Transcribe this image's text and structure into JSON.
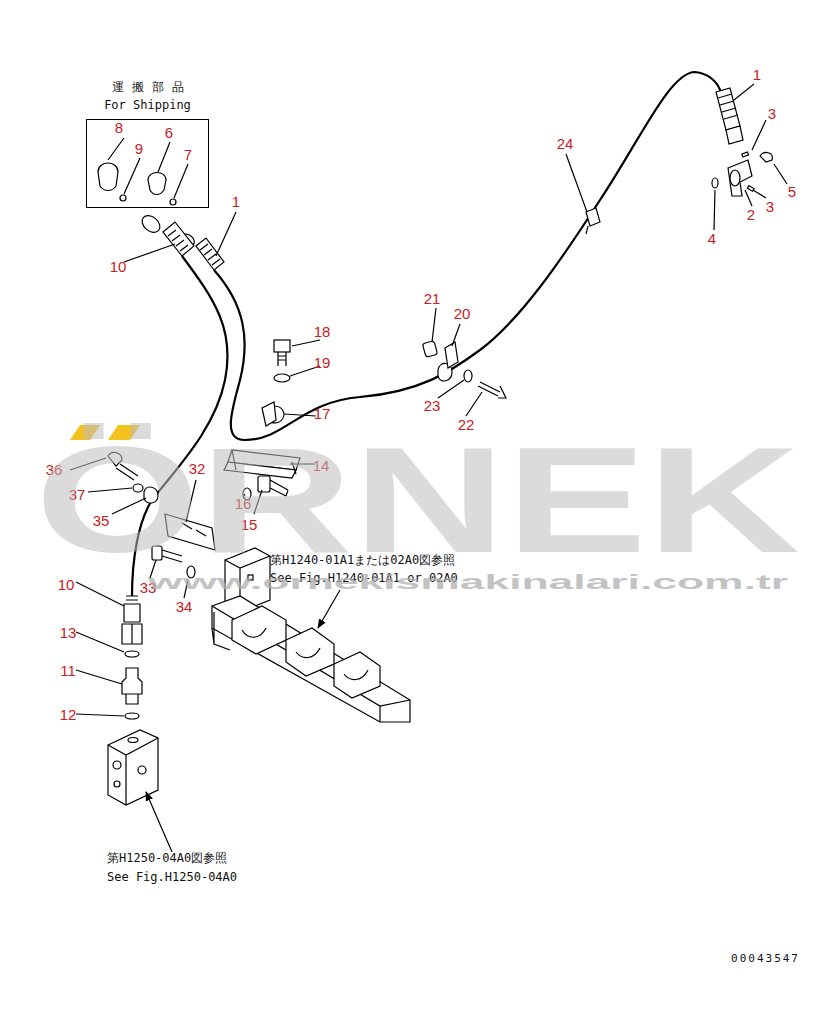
{
  "diagram": {
    "nodes": [
      {
        "text": [
          "運搬部品",
          "For Shipping"
        ]
      }
    ],
    "labels": [
      "1",
      "3",
      "5",
      "2",
      "3",
      "4",
      "24",
      "8",
      "9",
      "6",
      "7",
      "1",
      "10",
      "21",
      "20",
      "23",
      "22",
      "18",
      "19",
      "17",
      "14",
      "16",
      "15",
      "36",
      "37",
      "35",
      "32",
      "33",
      "34",
      "10",
      "13",
      "11",
      "12",
      "第H1240-01A1または02A0図参照",
      "See Fig.H1240-01A1 or 02A0",
      "第H1250-04A0図参照",
      "See Fig.H1250-04A0",
      "00043547",
      "ÖRNEK",
      "www.ornekismakinalari.com.tr"
    ]
  }
}
